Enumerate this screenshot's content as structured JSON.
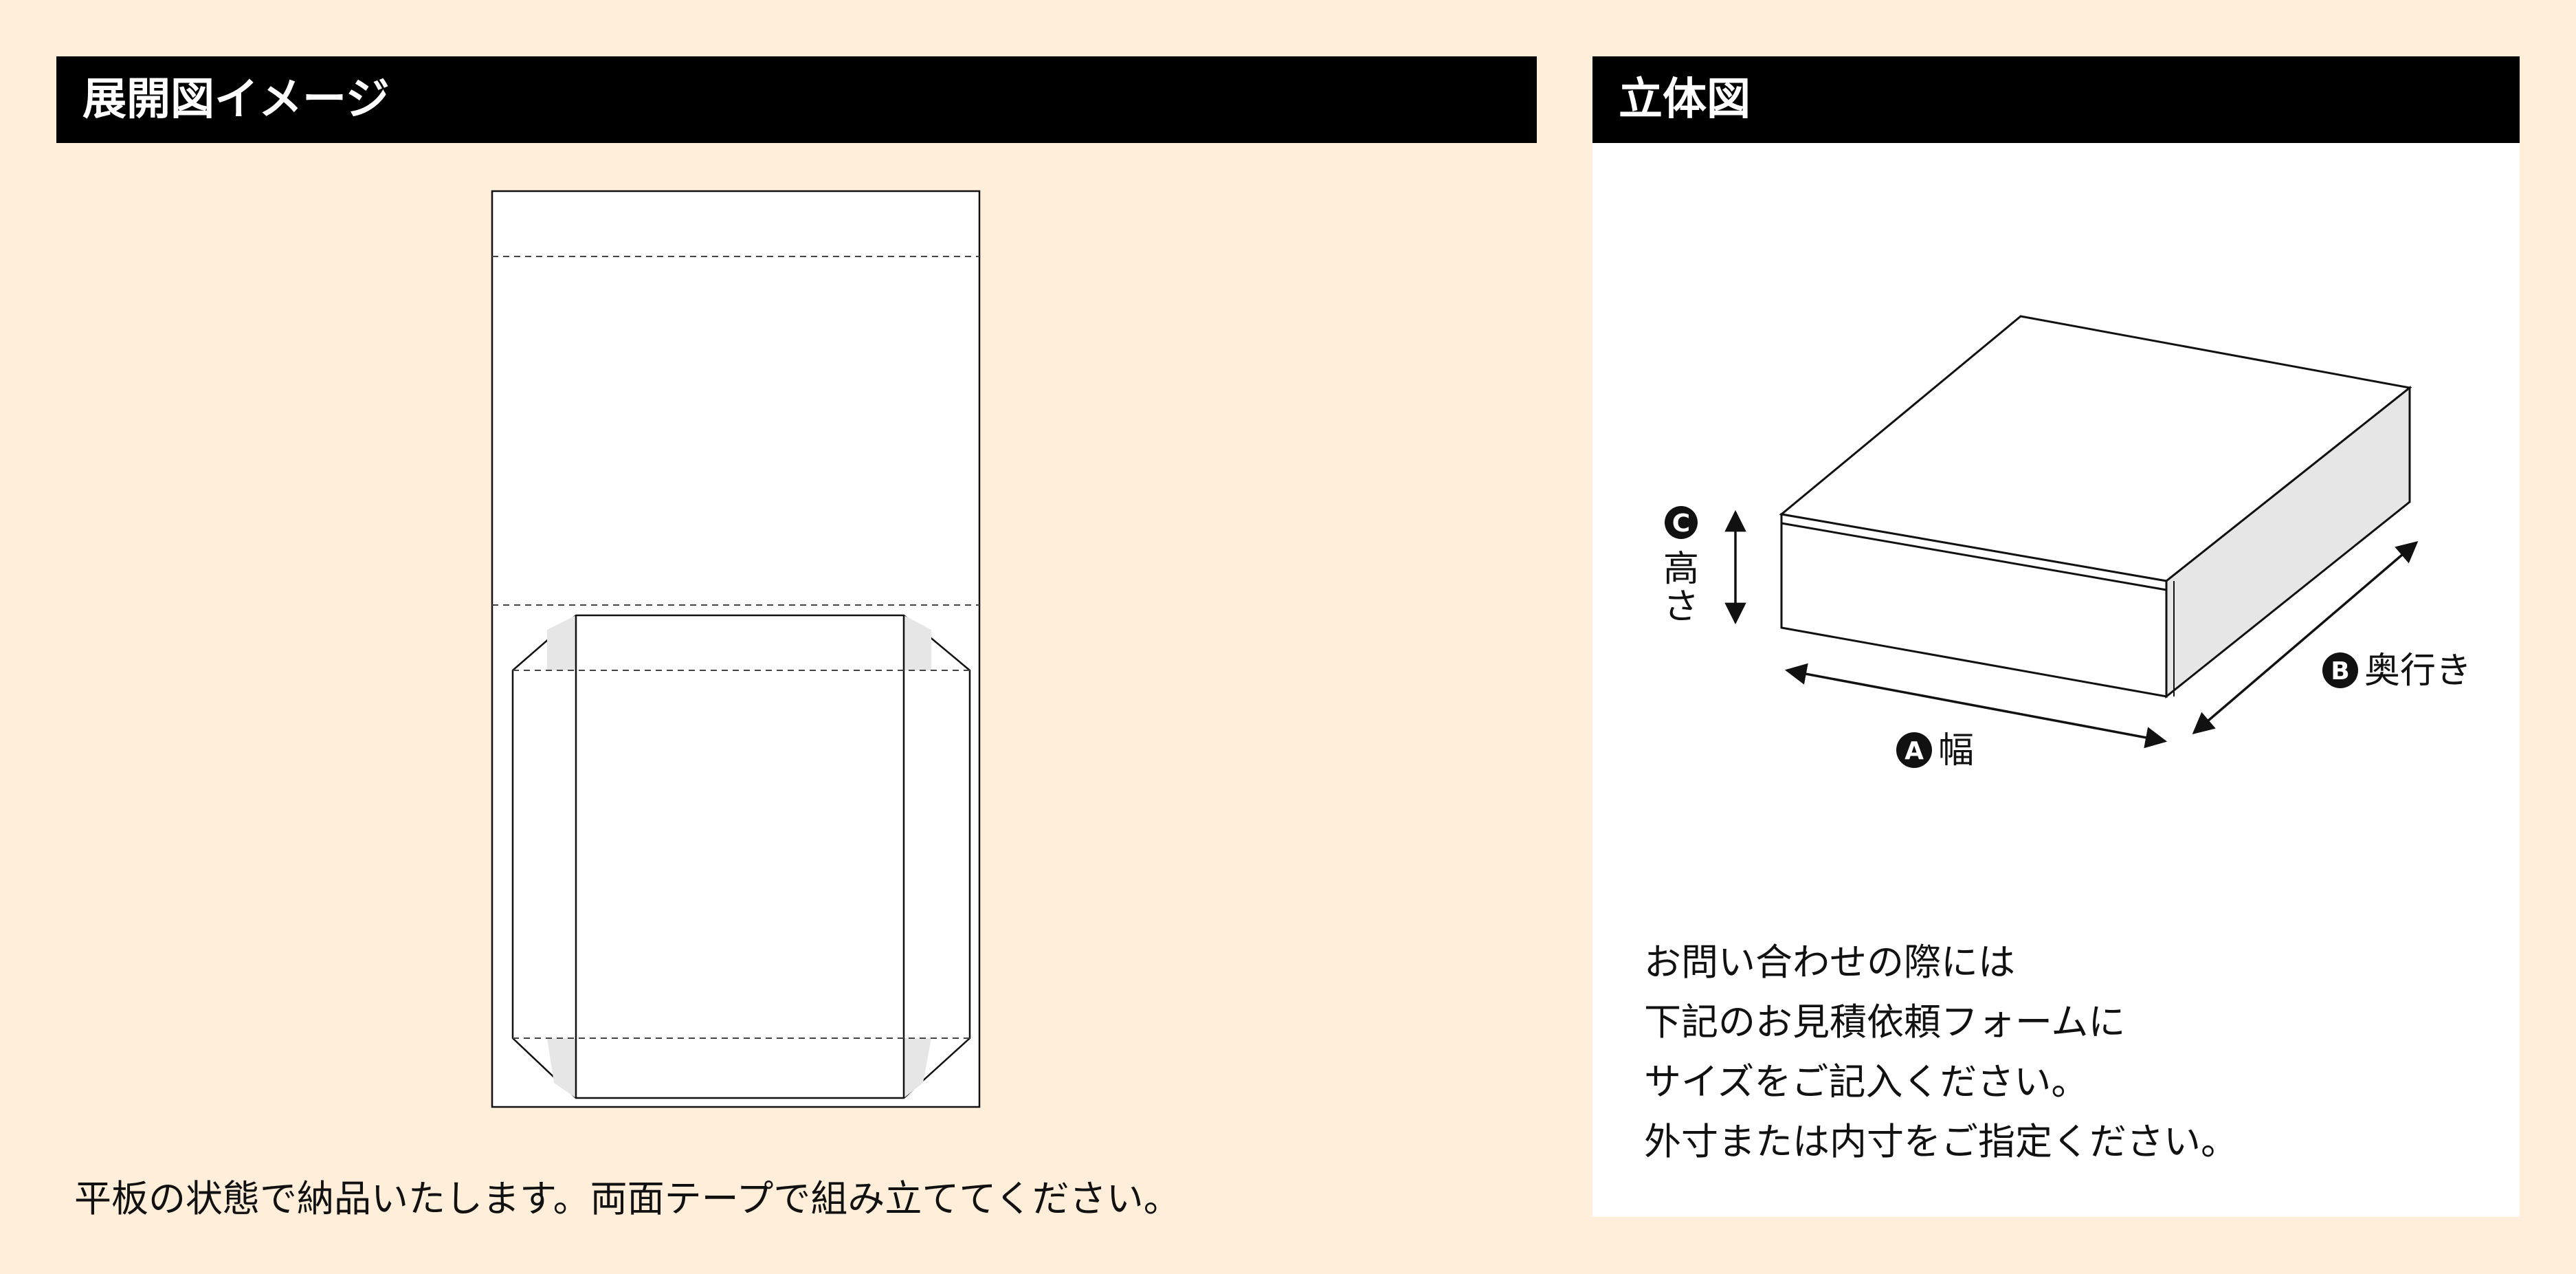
{
  "headers": {
    "development": "展開図イメージ",
    "solid": "立体図"
  },
  "caption": "平板の状態で納品いたします。両面テープで組み立ててください。",
  "dimensions": {
    "width": {
      "badge": "A",
      "label": "幅"
    },
    "depth": {
      "badge": "B",
      "label": "奥行き"
    },
    "height": {
      "badge": "C",
      "label_1": "高",
      "label_2": "さ"
    }
  },
  "note_lines": [
    "お問い合わせの際には",
    "下記のお見積依頼フォームに",
    "サイズをご記入ください。",
    "外寸または内寸をご指定ください。"
  ],
  "colors": {
    "background": "#FFEEDA",
    "header": "#000000",
    "side_face": "#E6E6E6",
    "fold_line": "#444444"
  }
}
